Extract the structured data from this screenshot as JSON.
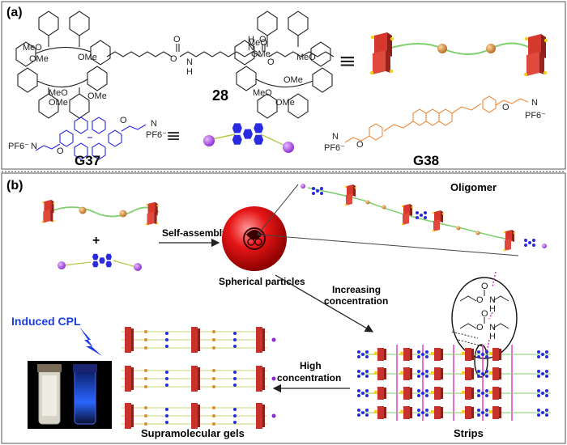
{
  "panel_a": {
    "label": "(a)",
    "compound_host": "28",
    "guest1": "G37",
    "guest2": "G38",
    "meo": "MeO",
    "ome": "OMe",
    "o": "O",
    "n": "N",
    "h": "H",
    "pf6": "PF6⁻",
    "equiv": "≡"
  },
  "panel_b": {
    "label": "(b)",
    "plus": "+",
    "self_assembly": "Self-assembly",
    "spherical_particles": "Spherical particles",
    "oligomer": "Oligomer",
    "increasing_concentration_1": "Increasing",
    "increasing_concentration_2": "concentration",
    "high_concentration_1": "High",
    "high_concentration_2": "concentration",
    "strips": "Strips",
    "induced_cpl": "Induced CPL",
    "supramolecular_gels": "Supramolecular gels"
  },
  "colors": {
    "pillar_red": "#d6382e",
    "guest_blue": "#2a2ae0",
    "anthracene_orange": "#f08a3c",
    "link_green": "#7fcf6e",
    "bead_orange": "#d98d2b",
    "sphere_red": "#e01010",
    "cpl_blue": "#1a3ce6",
    "strip_magenta": "#e030c0"
  }
}
